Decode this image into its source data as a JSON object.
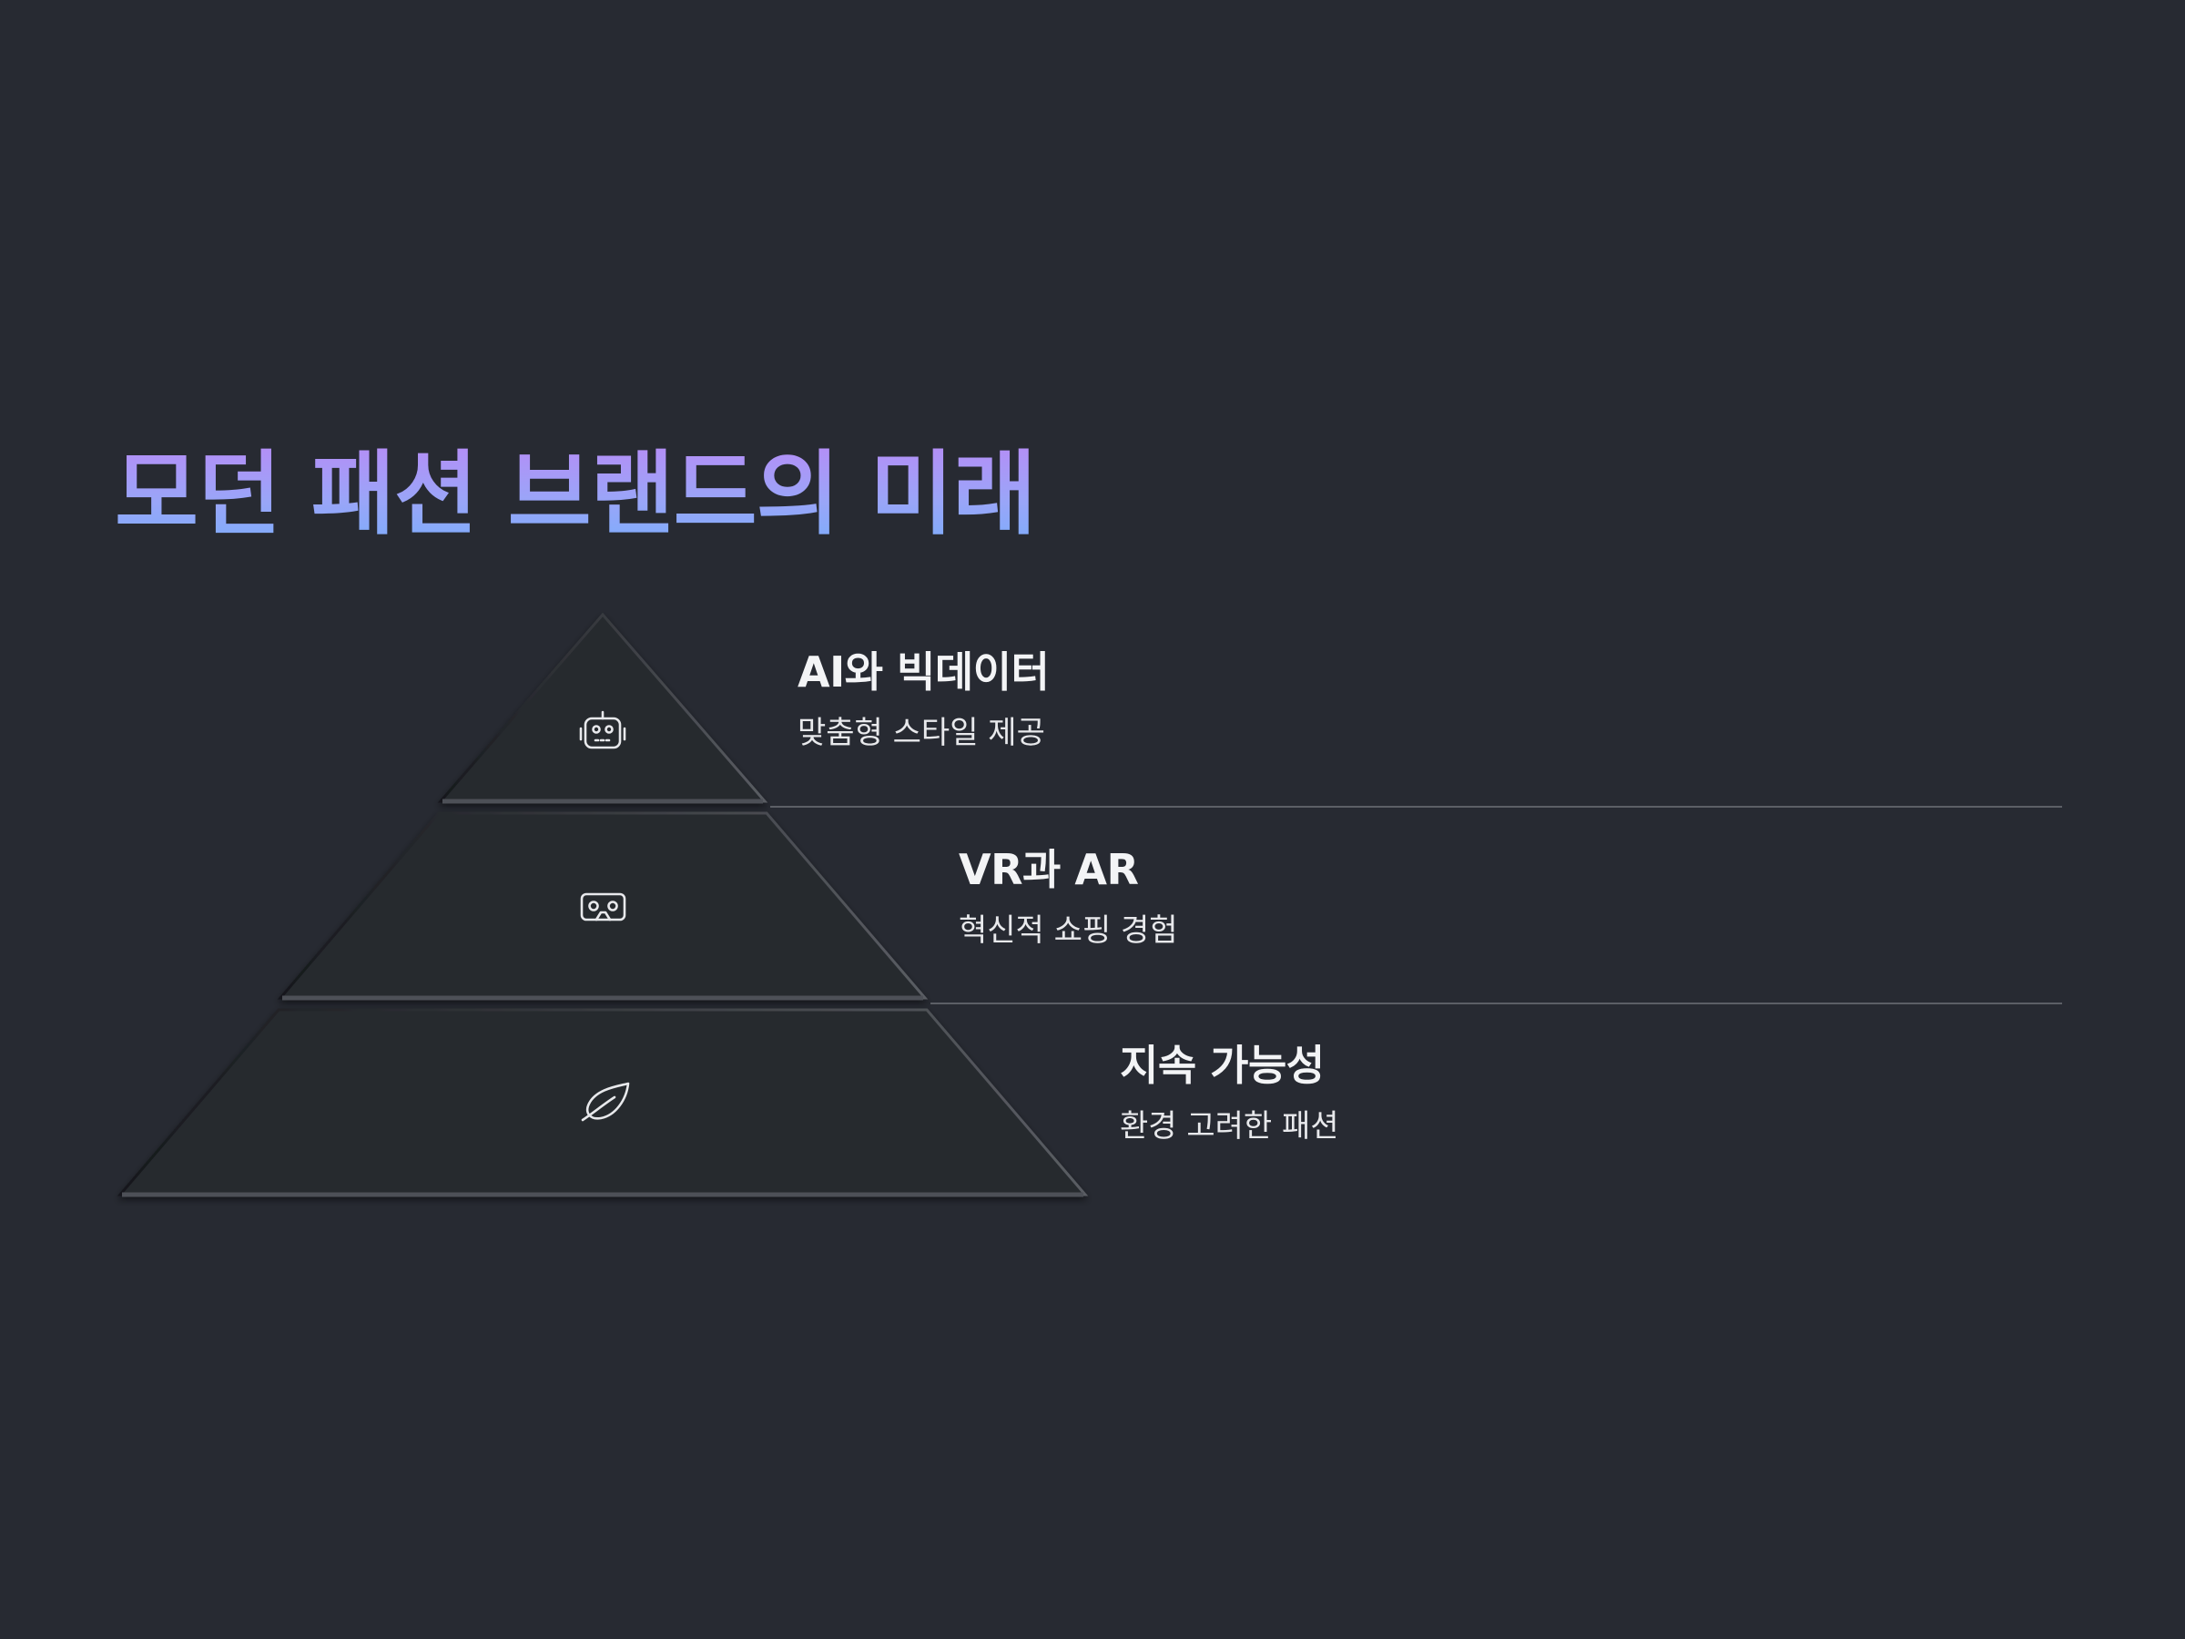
{
  "slide": {
    "title": "모던 패션 브랜드의 미래",
    "levels": [
      {
        "heading": "AI와 빅데이터",
        "description": "맞춤형 스타일 제공",
        "icon": "robot-icon"
      },
      {
        "heading": "VR과 AR",
        "description": "혁신적 쇼핑 경험",
        "icon": "vr-headset-icon"
      },
      {
        "heading": "지속 가능성",
        "description": "환경 고려한 패션",
        "icon": "leaf-icon"
      }
    ]
  },
  "colors": {
    "background": "#272a32",
    "title_gradient_start": "#b98af6",
    "title_gradient_end": "#78aefc",
    "text": "#f3f4f6",
    "divider": "#5c5f66"
  }
}
